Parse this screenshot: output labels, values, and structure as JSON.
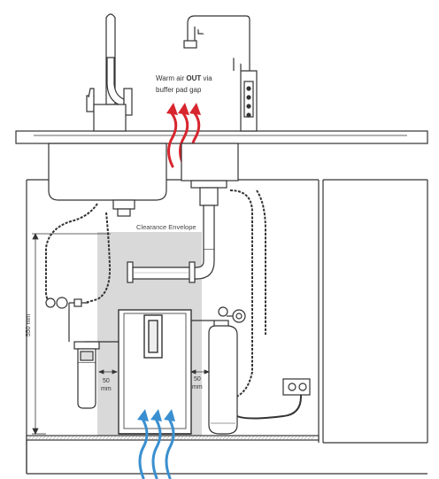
{
  "caption": {
    "line1_prefix": "Warm air ",
    "line1_bold": "OUT",
    "line1_suffix": " via",
    "line2": "buffer pad gap"
  },
  "labels": {
    "clearance": "Clearance Envelope",
    "height_dim": "550 mm",
    "left_gap_value": "50",
    "left_gap_unit": "mm",
    "right_gap_value": "50",
    "right_gap_unit": "mm"
  },
  "colors": {
    "warm_air": "#d7262e",
    "cool_air": "#3a8fd0",
    "line": "#333333",
    "envelope_fill": "#d9d9d9"
  },
  "icons": {
    "warm_air": "wavy-arrow-up-icon",
    "cool_air": "wavy-arrow-up-icon",
    "power_socket": "power-socket-icon"
  }
}
